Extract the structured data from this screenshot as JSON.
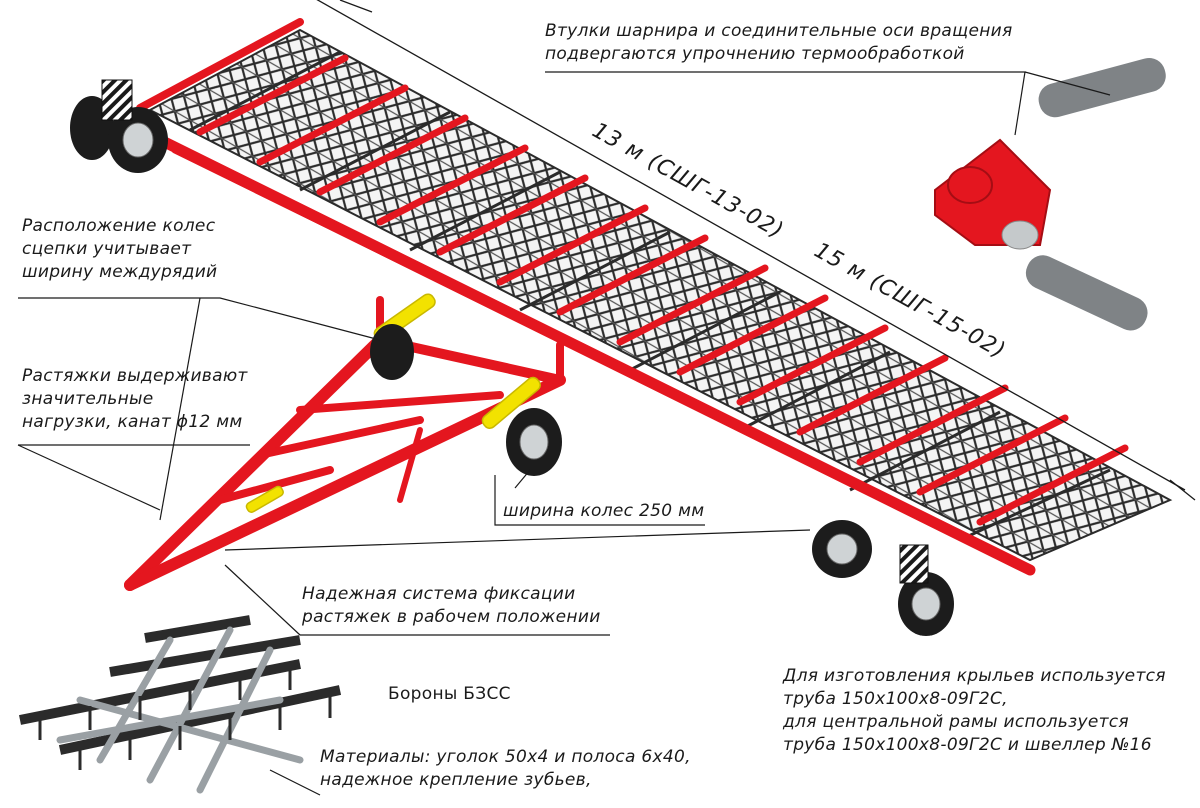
{
  "colors": {
    "frame_red": "#e4161f",
    "harrow_dark": "#2b2b2b",
    "cylinder_yellow": "#f2e200",
    "axle_gray": "#7f8386",
    "tire_black": "#1c1c1c"
  },
  "labels": {
    "hinge_note": [
      "Втулки шарнира и соединительные оси вращения",
      "подвергаются упрочнению термообработкой"
    ],
    "wheels_note": [
      "Расположение колес",
      "сцепки учитывает",
      "ширину междурядий"
    ],
    "stays_note": [
      "Растяжки выдерживают",
      "значительные",
      "нагрузки, канат ϕ12 мм"
    ],
    "wheel_width": "ширина колес 250 мм",
    "fixation_note": [
      "Надежная система фиксации",
      "растяжек в рабочем положении"
    ],
    "dim_13": "13 м (СШГ-13-02)",
    "dim_15": "15 м (СШГ-15-02)",
    "harrow_title": "Бороны БЗСС",
    "materials_note": [
      "Материалы: уголок 50х4 и полоса 6х40,",
      "надежное крепление зубьев,"
    ],
    "pipe_note": [
      "Для изготовления крыльев используется",
      "труба 150х100х8-09Г2С,",
      "для центральной рамы используется",
      "труба 150х100х8-09Г2С и швеллер №16"
    ]
  }
}
